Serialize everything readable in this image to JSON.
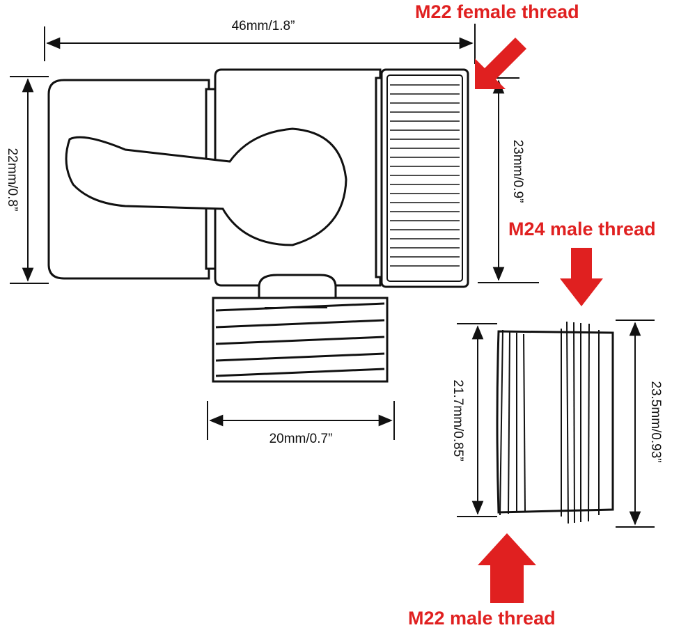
{
  "dimensions": {
    "overall_width": "46mm/1.8”",
    "body_height": "22mm/0.8”",
    "nut_height": "23mm/0.9”",
    "outlet_width": "20mm/0.7”",
    "adapter_inner": "21.7mm/0.85”",
    "adapter_outer": "23.5mm/0.93”"
  },
  "callouts": {
    "female_thread": "M22 female thread",
    "male_thread_24": "M24 male thread",
    "male_thread_22": "M22 male thread"
  },
  "colors": {
    "callout": "#e02020",
    "line": "#111111",
    "background": "#ffffff"
  }
}
